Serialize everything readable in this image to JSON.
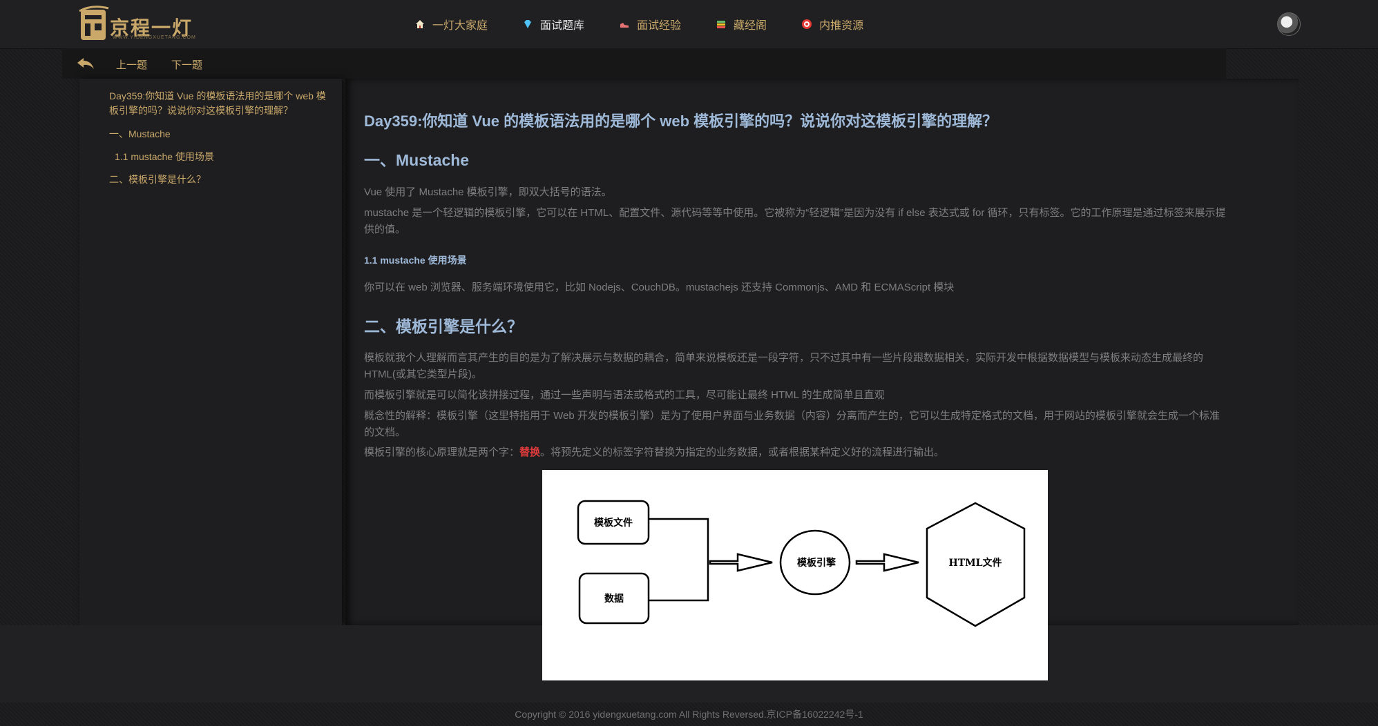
{
  "header": {
    "logo_text": "京程一灯",
    "logo_sub": "WWW.YIDENGXUETANG.COM",
    "nav": [
      {
        "label": "一灯大家庭",
        "icon": "home-icon"
      },
      {
        "label": "面试题库",
        "icon": "diamond-icon"
      },
      {
        "label": "面试经验",
        "icon": "shoe-icon"
      },
      {
        "label": "藏经阁",
        "icon": "books-icon"
      },
      {
        "label": "内推资源",
        "icon": "target-icon"
      }
    ],
    "active_nav": "面试题库"
  },
  "subnav": {
    "prev_label": "上一题",
    "next_label": "下一题"
  },
  "toc": {
    "title": "Day359:你知道 Vue 的模板语法用的是哪个 web 模板引擎的吗？说说你对这模板引擎的理解？",
    "items": [
      "一、Mustache",
      "1.1 mustache 使用场景",
      "二、模板引擎是什么？"
    ]
  },
  "article": {
    "title": "Day359:你知道 Vue 的模板语法用的是哪个 web 模板引擎的吗？说说你对这模板引擎的理解？",
    "h2_1": "一、Mustache",
    "p1": "Vue 使用了 Mustache 模板引擎，即双大括号的语法。",
    "p2": "mustache 是一个轻逻辑的模板引擎，它可以在 HTML、配置文件、源代码等等中使用。它被称为“轻逻辑”是因为没有 if else 表达式或 for 循环，只有标签。它的工作原理是通过标签来展示提供的值。",
    "h3_1": "1.1 mustache 使用场景",
    "p3": "你可以在 web 浏览器、服务端环境使用它，比如 Nodejs、CouchDB。mustachejs 还支持 Commonjs、AMD 和 ECMAScript 模块",
    "h2_2": "二、模板引擎是什么？",
    "p4": "模板就我个人理解而言其产生的目的是为了解决展示与数据的耦合，简单来说模板还是一段字符，只不过其中有一些片段跟数据相关，实际开发中根据数据模型与模板来动态生成最终的 HTML(或其它类型片段)。",
    "p5": "而模板引擎就是可以简化该拼接过程，通过一些声明与语法或格式的工具，尽可能让最终 HTML 的生成简单且直观",
    "p6": "概念性的解释：模板引擎（这里特指用于 Web 开发的模板引擎）是为了使用户界面与业务数据（内容）分离而产生的，它可以生成特定格式的文档，用于网站的模板引擎就会生成一个标准的文档。",
    "p7_before": "模板引擎的核心原理就是两个字：",
    "p7_highlight": "替换",
    "p7_after": "。将预先定义的标签字符替换为指定的业务数据，或者根据某种定义好的流程进行输出。"
  },
  "diagram": {
    "box_template": "模板文件",
    "box_data": "数据",
    "engine": "模板引擎",
    "output": "HTML文件"
  },
  "footer": {
    "copyright": "Copyright © 2016 yidengxuetang.com All Rights Reversed.京ICP备16022242号-1"
  },
  "colors": {
    "accent": "#c9a86a",
    "heading": "#9fb9d8",
    "body_text": "#7e7e80",
    "highlight": "#e23b3b"
  }
}
